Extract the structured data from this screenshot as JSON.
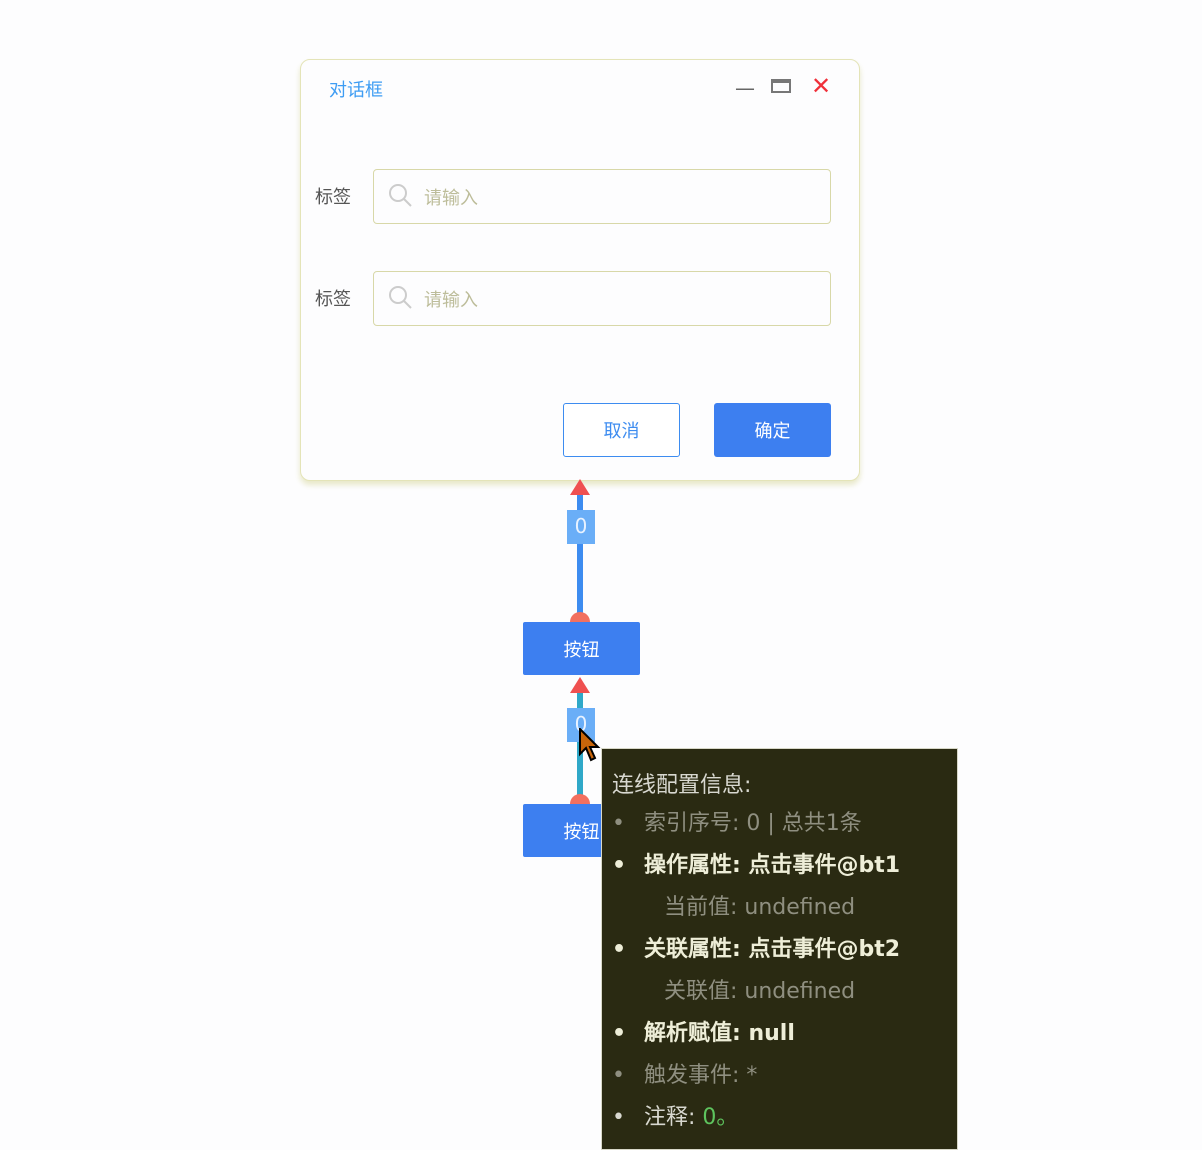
{
  "dialog": {
    "title": "对话框",
    "fields": [
      {
        "label": "标签",
        "placeholder": "请输入"
      },
      {
        "label": "标签",
        "placeholder": "请输入"
      }
    ],
    "cancel": "取消",
    "ok": "确定"
  },
  "edges": [
    {
      "label": "0"
    },
    {
      "label": "0"
    }
  ],
  "nodes": [
    {
      "label": "按钮"
    },
    {
      "label": "按钮"
    }
  ],
  "tooltip": {
    "title": "连线配置信息:",
    "items": [
      {
        "text": "索引序号: 0 | 总共1条"
      },
      {
        "text": "操作属性: 点击事件@bt1"
      },
      {
        "text": "当前值: undefined"
      },
      {
        "text": "关联属性: 点击事件@bt2"
      },
      {
        "text": "关联值: undefined"
      },
      {
        "text": "解析赋值: null"
      },
      {
        "text": "触发事件: *"
      },
      {
        "label": "注释: ",
        "value": "0。"
      }
    ]
  }
}
